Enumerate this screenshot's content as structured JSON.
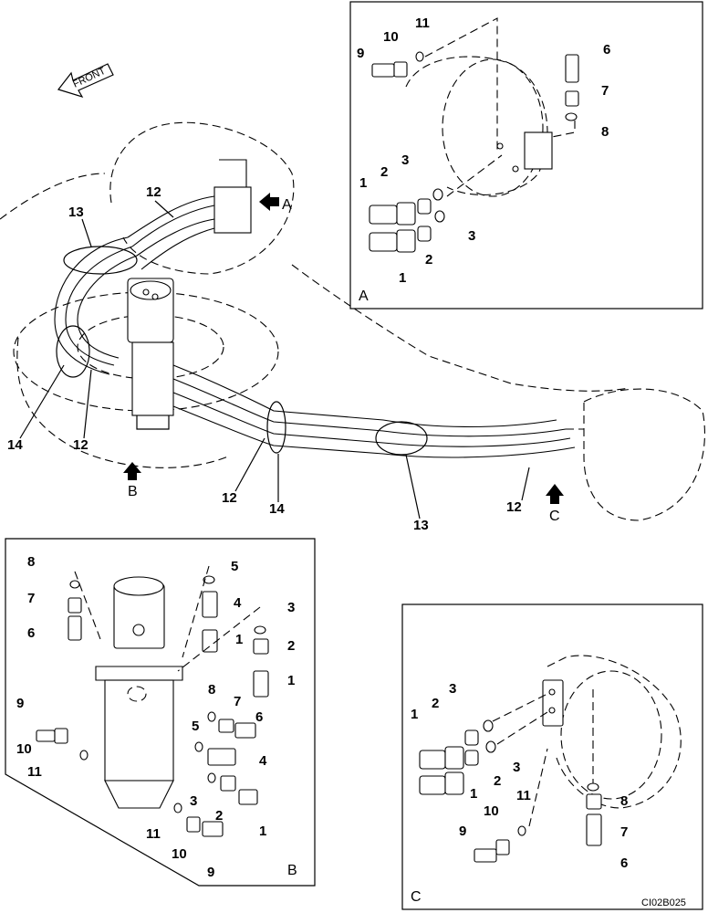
{
  "front_label": "FRONT",
  "drawing_code": "CI02B025",
  "main_view": {
    "callouts": [
      {
        "id": "main-12-top",
        "text": "12"
      },
      {
        "id": "main-13-top",
        "text": "13"
      },
      {
        "id": "main-14-left",
        "text": "14"
      },
      {
        "id": "main-12-left",
        "text": "12"
      },
      {
        "id": "main-12-mid",
        "text": "12"
      },
      {
        "id": "main-14-mid",
        "text": "14"
      },
      {
        "id": "main-13-bot",
        "text": "13"
      },
      {
        "id": "main-12-right",
        "text": "12"
      }
    ],
    "arrow_labels": {
      "a": "A",
      "b": "B",
      "c": "C"
    }
  },
  "detail_a": {
    "label": "A",
    "callouts": [
      "11",
      "10",
      "9",
      "6",
      "7",
      "8",
      "3",
      "2",
      "1",
      "3",
      "2",
      "1"
    ]
  },
  "detail_b": {
    "label": "B",
    "callouts": [
      "8",
      "7",
      "6",
      "5",
      "4",
      "3",
      "2",
      "1",
      "1",
      "8",
      "7",
      "6",
      "5",
      "4",
      "9",
      "10",
      "11",
      "3",
      "2",
      "1",
      "11",
      "10",
      "9"
    ]
  },
  "detail_c": {
    "label": "C",
    "callouts": [
      "3",
      "2",
      "1",
      "3",
      "2",
      "1",
      "11",
      "10",
      "9",
      "8",
      "7",
      "6"
    ]
  }
}
